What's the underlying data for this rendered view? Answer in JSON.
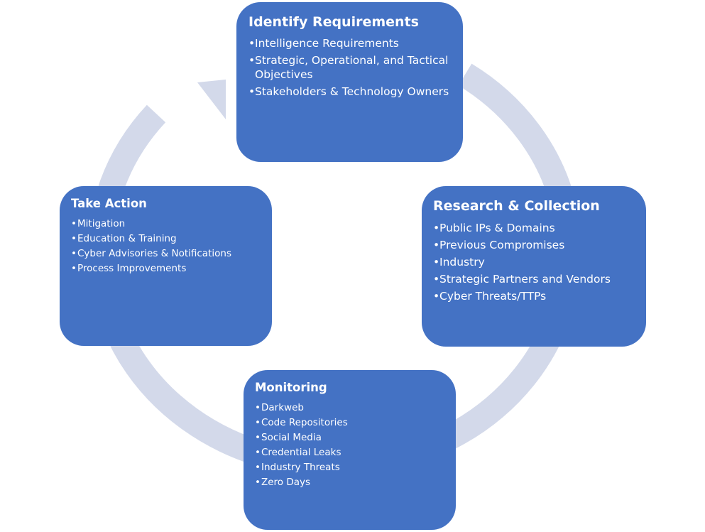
{
  "colors": {
    "box_fill": "#4472c4",
    "box_text": "#ffffff",
    "ring": "#d3d9ea"
  },
  "diagram": {
    "type": "cycle",
    "stages": [
      {
        "title": "Identify Requirements",
        "items": [
          "Intelligence Requirements",
          "Strategic, Operational, and Tactical Objectives",
          "Stakeholders & Technology Owners"
        ]
      },
      {
        "title": "Research & Collection",
        "items": [
          "Public IPs & Domains",
          "Previous Compromises",
          "Industry",
          "Strategic Partners and Vendors",
          "Cyber Threats/TTPs"
        ]
      },
      {
        "title": "Monitoring",
        "items": [
          "Darkweb",
          "Code Repositories",
          "Social Media",
          "Credential Leaks",
          "Industry Threats",
          "Zero Days"
        ]
      },
      {
        "title": "Take Action",
        "items": [
          "Mitigation",
          "Education & Training",
          "Cyber Advisories & Notifications",
          "Process Improvements"
        ]
      }
    ]
  }
}
